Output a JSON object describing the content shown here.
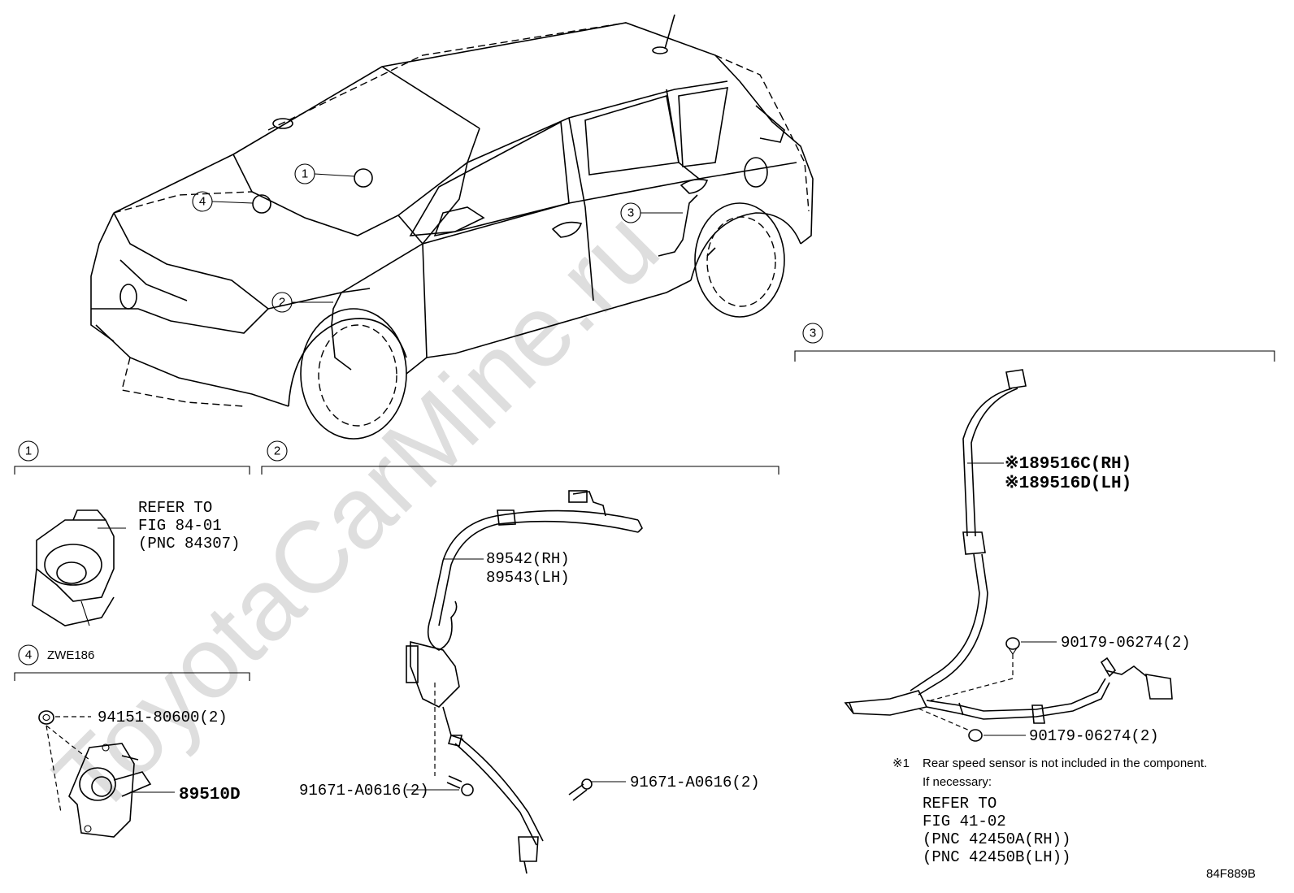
{
  "watermark": "ToyotaCarMine.ru",
  "diagram_id": "84F889B",
  "callout_numbers": {
    "c1": "1",
    "c2": "2",
    "c3": "3",
    "c4": "4"
  },
  "section1": {
    "number": "1",
    "refer": [
      "REFER TO",
      "FIG 84-01",
      "(PNC 84307)"
    ]
  },
  "section2": {
    "number": "2",
    "sensor_parts": [
      "89542(RH)",
      "89543(LH)"
    ],
    "bolt_left": "91671-A0616(2)",
    "bolt_right": "91671-A0616(2)"
  },
  "section3": {
    "number": "3",
    "sensor_parts": [
      "※189516C(RH)",
      "※189516D(LH)"
    ],
    "clip_upper": "90179-06274(2)",
    "clip_lower": "90179-06274(2)",
    "note_mark": "※1",
    "note_line1": "Rear speed sensor is not included in the component.",
    "note_line2": "If necessary:",
    "refer": [
      "REFER TO",
      "FIG 41-02",
      "(PNC 42450A(RH))",
      "(PNC 42450B(LH))"
    ]
  },
  "section4": {
    "number": "4",
    "model": "ZWE186",
    "nut": "94151-80600(2)",
    "sensor_part": "89510D"
  }
}
